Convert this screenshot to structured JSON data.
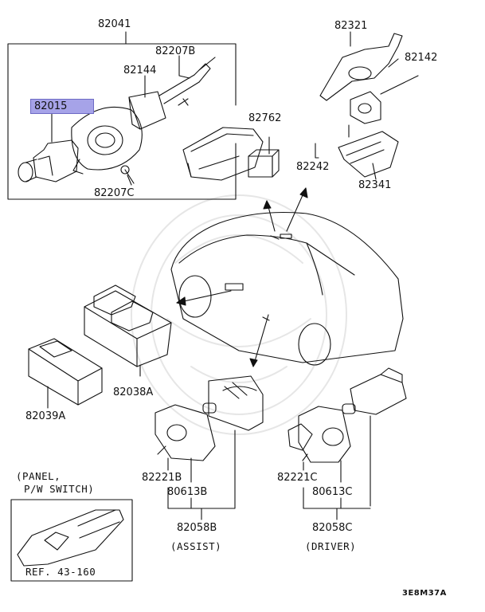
{
  "diagram": {
    "parts": {
      "p82041": "82041",
      "p82207B": "82207B",
      "p82144": "82144",
      "p82015": "82015",
      "p82207C": "82207C",
      "p82321": "82321",
      "p82142": "82142",
      "p82762": "82762",
      "p82242": "82242",
      "p82341": "82341",
      "p82038A": "82038A",
      "p82039A": "82039A",
      "p82221B": "82221B",
      "p80613B": "80613B",
      "p82058B": "82058B",
      "p82221C": "82221C",
      "p80613C": "80613C",
      "p82058C": "82058C"
    },
    "captions": {
      "assist": "(ASSIST)",
      "driver": "(DRIVER)",
      "panel_line1": "(PANEL,",
      "panel_line2": "P/W SWITCH)",
      "ref": "REF. 43-160"
    },
    "code": "3E8M37A",
    "highlight_color": "#a6a3e8"
  }
}
